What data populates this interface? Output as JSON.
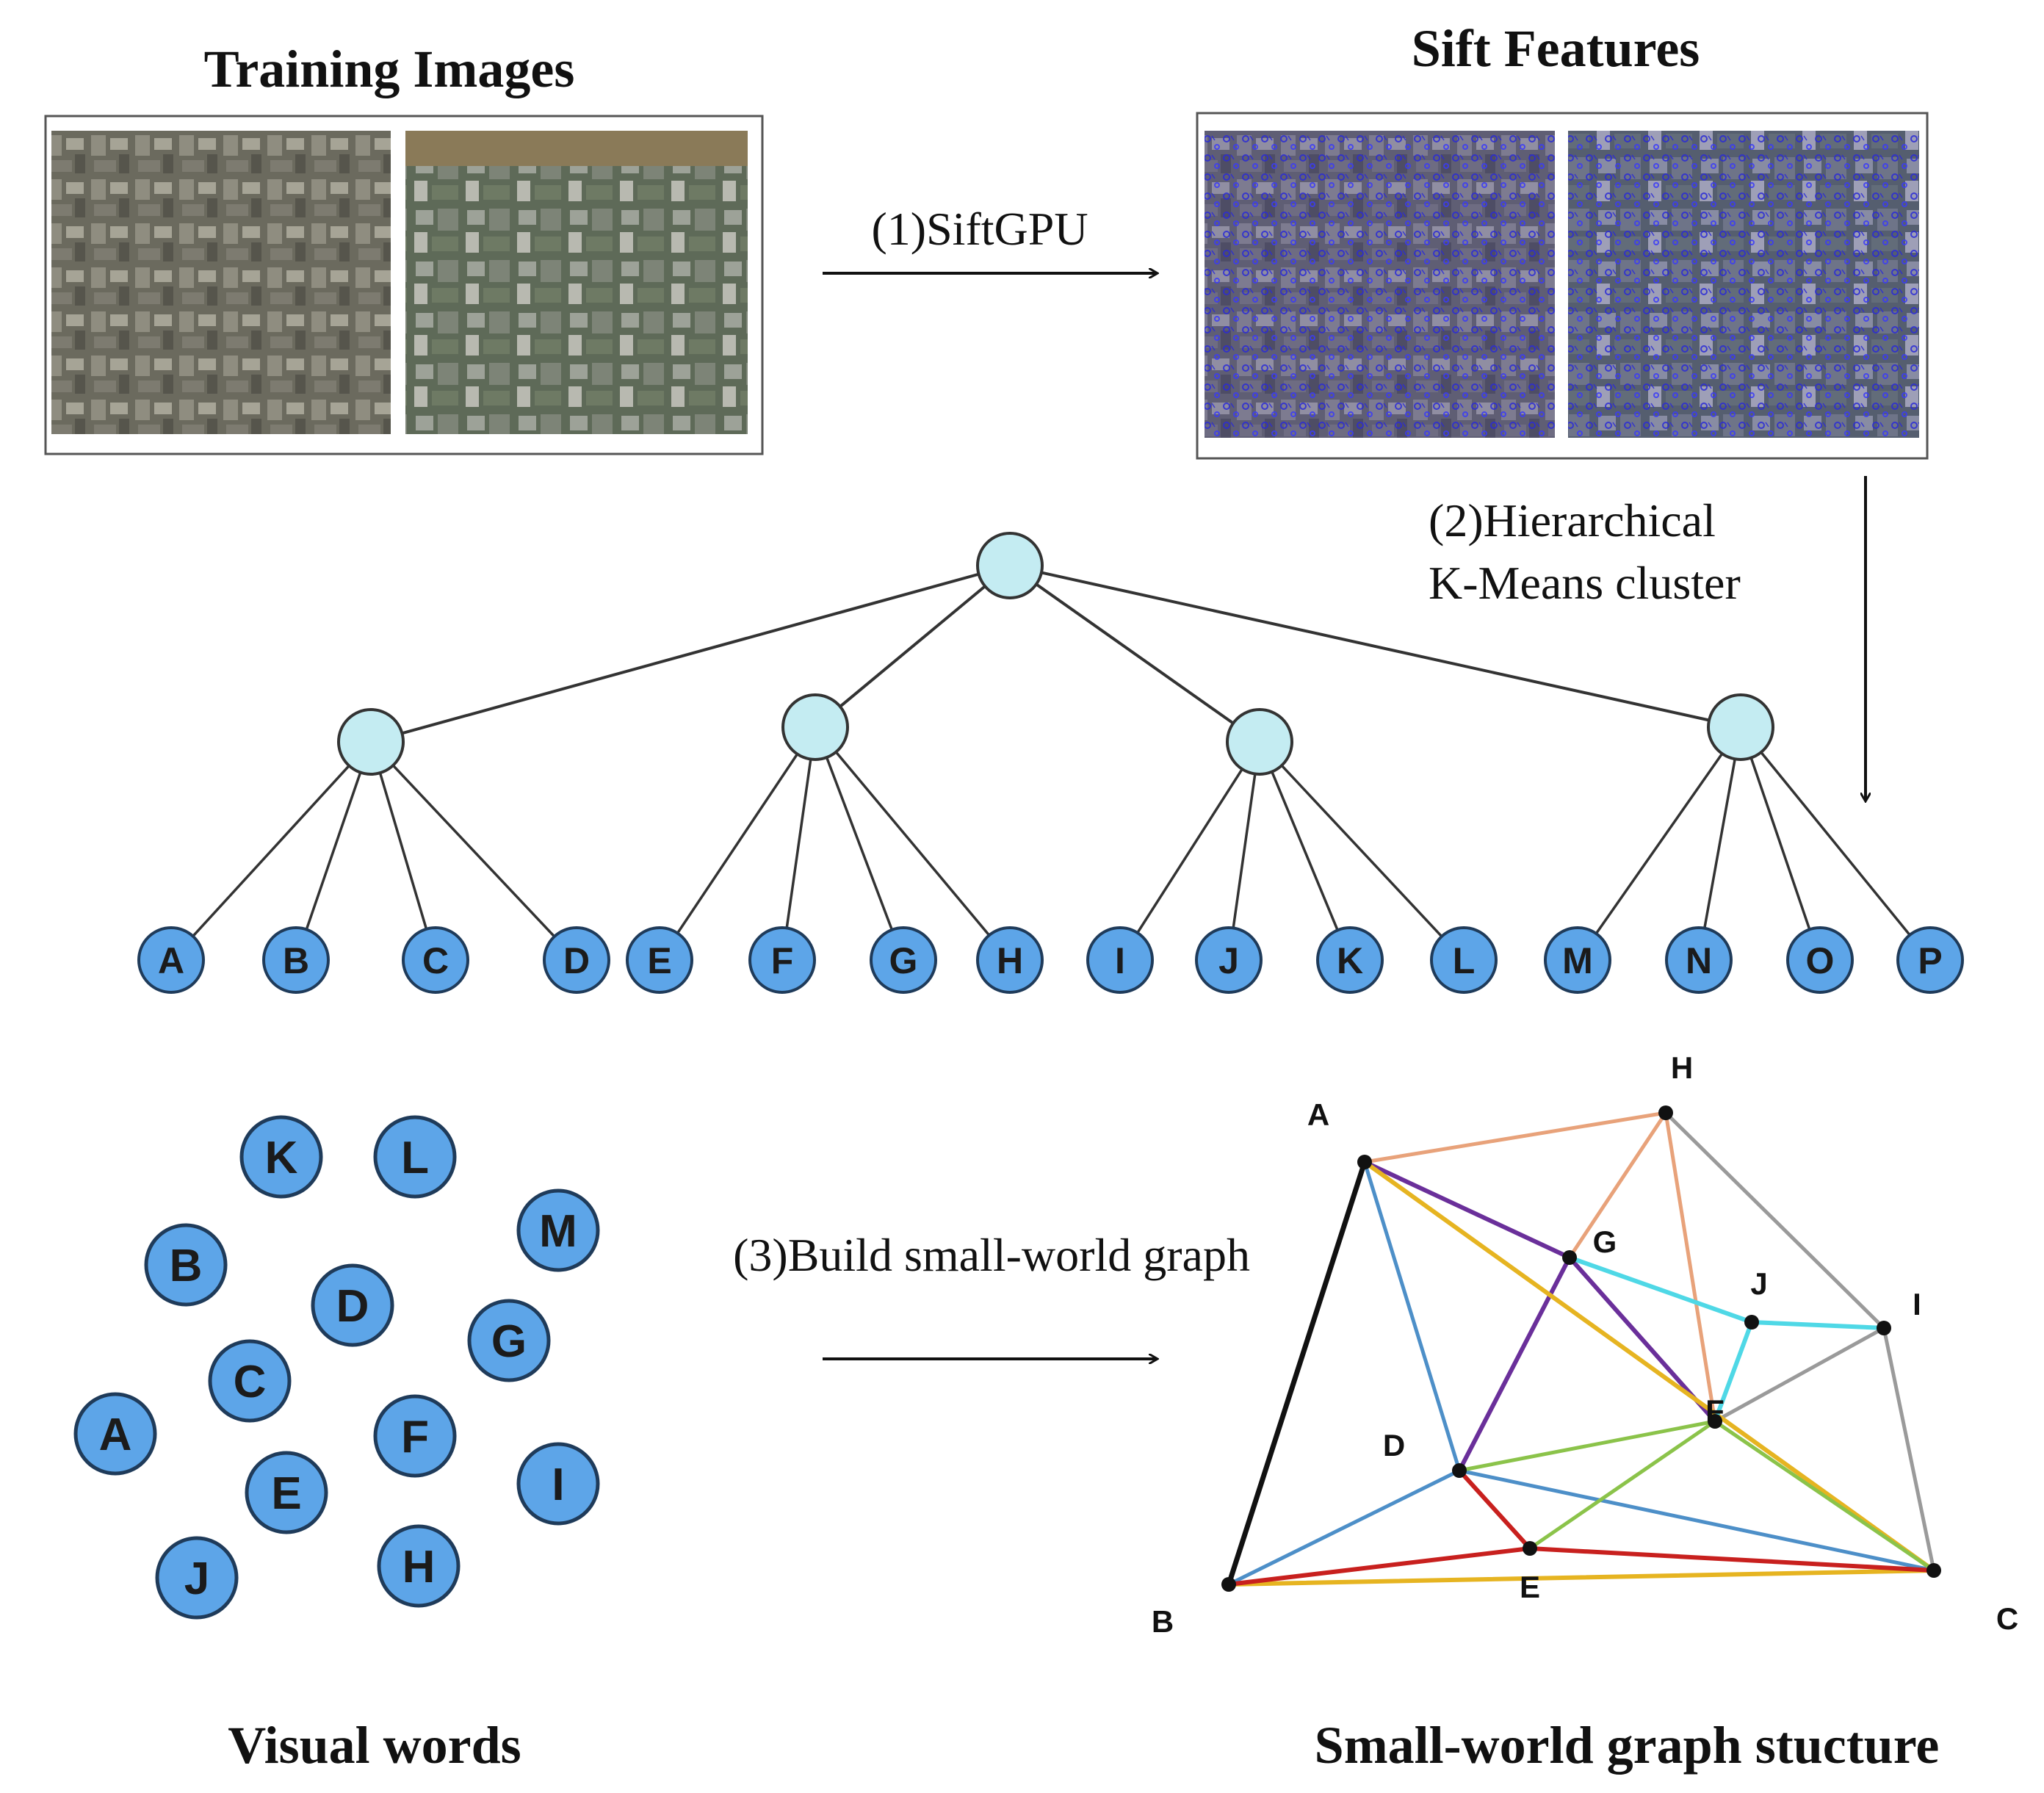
{
  "titles": {
    "training_images": "Training Images",
    "sift_features": "Sift Features",
    "visual_words": "Visual words",
    "graph_structure": "Small-world graph stucture"
  },
  "steps": {
    "step1": "(1)SiftGPU",
    "step2_line1": "(2)Hierarchical",
    "step2_line2": "K-Means cluster",
    "step3": "(3)Build small-world graph"
  },
  "leaves": [
    "A",
    "B",
    "C",
    "D",
    "E",
    "F",
    "G",
    "H",
    "I",
    "J",
    "K",
    "L",
    "M",
    "N",
    "O",
    "P"
  ],
  "visual_words": [
    "K",
    "L",
    "M",
    "B",
    "D",
    "G",
    "C",
    "A",
    "F",
    "I",
    "E",
    "H",
    "J"
  ],
  "graph_labels": [
    "A",
    "H",
    "G",
    "J",
    "I",
    "D",
    "F",
    "E",
    "B",
    "C"
  ],
  "colors": {
    "tree_node": "#c4ecf2",
    "leaf_node": "#5da5e8",
    "node_stroke": "#1f3b5a",
    "sift_overlay": "#2a2ad6",
    "edge_black": "#111111",
    "edge_orange_light": "#e8a27a",
    "edge_gray": "#9a9a9a",
    "edge_purple": "#6a2f9a",
    "edge_yellow": "#e6b421",
    "edge_blue": "#4d8fc8",
    "edge_cyan": "#4fd8e6",
    "edge_green": "#8bc34a",
    "edge_red": "#c8201e"
  },
  "icons": {
    "arrow_right": "arrow-right-icon",
    "arrow_down": "arrow-down-icon"
  }
}
